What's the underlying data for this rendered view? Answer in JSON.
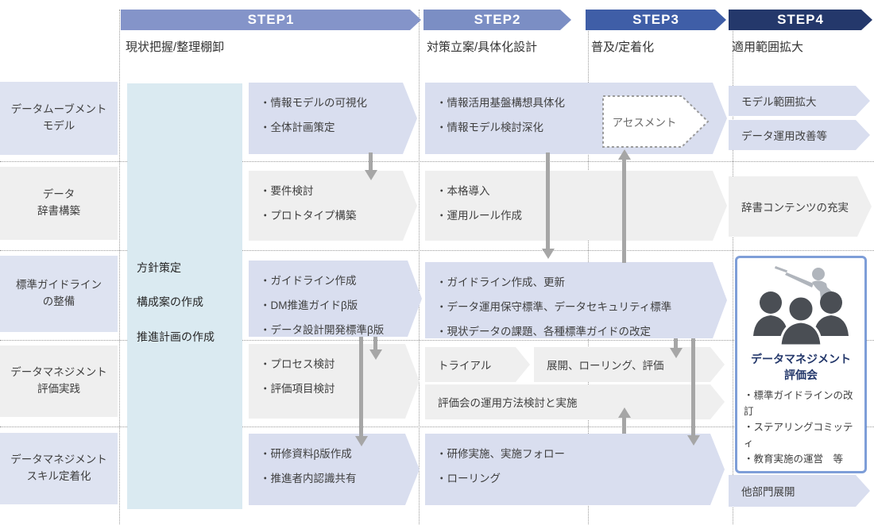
{
  "steps": [
    {
      "name": "STEP1",
      "phase": "現状把握/整理棚卸",
      "color": "#8494c9"
    },
    {
      "name": "STEP2",
      "phase": "対策立案/具体化設計",
      "color": "#7b8ec4"
    },
    {
      "name": "STEP3",
      "phase": "普及/定着化",
      "color": "#3f5ea7"
    },
    {
      "name": "STEP4",
      "phase": "適用範囲拡大",
      "color": "#24386b"
    }
  ],
  "rows": [
    {
      "label": "データムーブメント\nモデル"
    },
    {
      "label": "データ\n辞書構築"
    },
    {
      "label": "標準ガイドライン\nの整備"
    },
    {
      "label": "データマネジメント\n評価実践"
    },
    {
      "label": "データマネジメント\nスキル定着化"
    }
  ],
  "plan_box": {
    "text": "方針策定\n\n構成案の作成\n\n推進計画の作成"
  },
  "cells": {
    "r1s1": "・情報モデルの可視化\n・全体計画策定",
    "r1s23": "・情報活用基盤構想具体化\n・情報モデル検討深化",
    "assessment": "アセスメント",
    "r1s4a": "モデル範囲拡大",
    "r1s4b": "データ運用改善等",
    "r2s1": "・要件検討\n・プロトタイプ構築",
    "r2s23": "・本格導入\n・運用ルール作成",
    "r2s4": "辞書コンテンツの充実",
    "r3s1": "・ガイドライン作成\n・DM推進ガイドβ版\n・データ設計開発標準β版",
    "r3s23": "・ガイドライン作成、更新\n・データ運用保守標準、データセキュリティ標準\n・現状データの課題、各種標準ガイドの改定",
    "r4s1": "・プロセス検討\n・評価項目検討",
    "r4trial": "トライアル",
    "r4roll": "展開、ローリング、評価",
    "r4eval": "評価会の運用方法検討と実施",
    "r5s1": "・研修資料β版作成\n・推進者内認識共有",
    "r5s23": "・研修実施、実施フォロー\n・ローリング",
    "r5s4": "他部門展開"
  },
  "committee_box": {
    "title": "データマネジメント\n評価会",
    "bullets": "・標準ガイドラインの改訂\n・ステアリングコミッティ\n・教育実施の運営　等"
  },
  "colors": {
    "step1": "#8494c9",
    "step2": "#7b8ec4",
    "step3": "#3f5ea7",
    "step4": "#24386b",
    "row_label_blue": "#dee3f1",
    "row_label_gray": "#efefef",
    "plan_box_cyan": "#daeaf1",
    "arrow_blue": "#d9deef",
    "arrow_gray": "#efefef",
    "connector_gray": "#a6a6a6",
    "committee_border": "#7e9ed8",
    "committee_title": "#24386b"
  }
}
